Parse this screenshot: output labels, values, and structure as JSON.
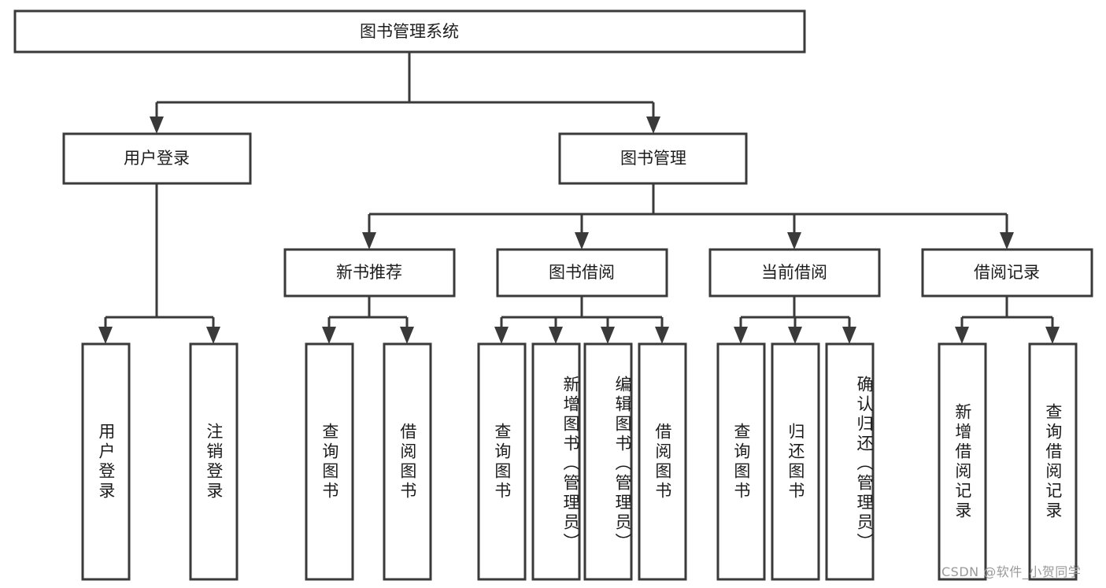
{
  "diagram": {
    "type": "tree-hierarchy-chart",
    "title": "图书管理系统",
    "root": {
      "id": "root",
      "label": "图书管理系统",
      "level": 0
    },
    "level1": [
      {
        "id": "user-login",
        "label": "用户登录",
        "level": 1
      },
      {
        "id": "book-management",
        "label": "图书管理",
        "level": 1
      }
    ],
    "level2": [
      {
        "id": "new-book-recommend",
        "label": "新书推荐",
        "level": 2,
        "parent": "book-management"
      },
      {
        "id": "book-borrow",
        "label": "图书借阅",
        "level": 2,
        "parent": "book-management"
      },
      {
        "id": "current-borrow",
        "label": "当前借阅",
        "level": 2,
        "parent": "book-management"
      },
      {
        "id": "borrow-record",
        "label": "借阅记录",
        "level": 2,
        "parent": "book-management"
      }
    ],
    "leaves": [
      {
        "id": "leaf-user-login",
        "label": "用户登录",
        "parent": "user-login"
      },
      {
        "id": "leaf-logout-login",
        "label": "注销登录",
        "parent": "user-login"
      },
      {
        "id": "leaf-query-book-1",
        "label": "查询图书",
        "parent": "new-book-recommend"
      },
      {
        "id": "leaf-borrow-book-1",
        "label": "借阅图书",
        "parent": "new-book-recommend"
      },
      {
        "id": "leaf-query-book-2",
        "label": "查询图书",
        "parent": "book-borrow"
      },
      {
        "id": "leaf-add-book",
        "label": "新增图书（管理员）",
        "parent": "book-borrow"
      },
      {
        "id": "leaf-edit-book",
        "label": "编辑图书（管理员）",
        "parent": "book-borrow"
      },
      {
        "id": "leaf-borrow-book-2",
        "label": "借阅图书",
        "parent": "book-borrow"
      },
      {
        "id": "leaf-query-book-3",
        "label": "查询图书",
        "parent": "current-borrow"
      },
      {
        "id": "leaf-return-book",
        "label": "归还图书",
        "parent": "current-borrow"
      },
      {
        "id": "leaf-confirm-return",
        "label": "确认归还（管理员）",
        "parent": "current-borrow"
      },
      {
        "id": "leaf-add-record",
        "label": "新增借阅记录",
        "parent": "borrow-record"
      },
      {
        "id": "leaf-query-record",
        "label": "查询借阅记录",
        "parent": "borrow-record"
      }
    ],
    "colors": {
      "stroke": "#3a3a3a",
      "fill": "#ffffff",
      "text": "#1c1c1c",
      "watermark": "#9a9a9a",
      "background": "#ffffff"
    }
  },
  "watermark": {
    "text": "CSDN @软件_小贺同学"
  }
}
